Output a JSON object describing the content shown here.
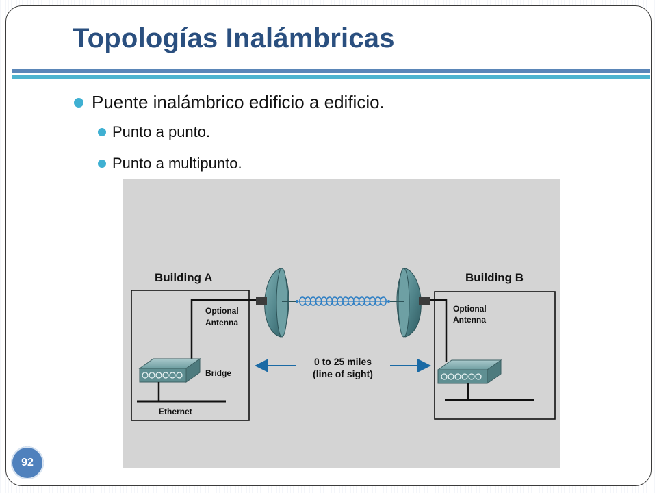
{
  "title": "Topologías Inalámbricas",
  "bullets": [
    "Puente inalámbrico edificio a edificio.",
    "Punto a punto.",
    "Punto a multipunto."
  ],
  "diagram": {
    "building_a": "Building A",
    "building_b": "Building B",
    "optional_a_line1": "Optional",
    "optional_a_line2": "Antenna",
    "optional_b_line1": "Optional",
    "optional_b_line2": "Antenna",
    "bridge": "Bridge",
    "ethernet": "Ethernet",
    "distance_line1": "0 to 25 miles",
    "distance_line2": "(line of sight)"
  },
  "page_number": "92",
  "colors": {
    "title": "#2a4f7f",
    "bullet_dot": "#3fb0d2",
    "rule_top": "#5a86b8",
    "rule_bottom": "#4db3cf",
    "badge": "#4f81bd",
    "diagram_background": "#d4d4d4",
    "antenna": "#4f7f85",
    "signal_arrow": "#1a6aa5"
  }
}
